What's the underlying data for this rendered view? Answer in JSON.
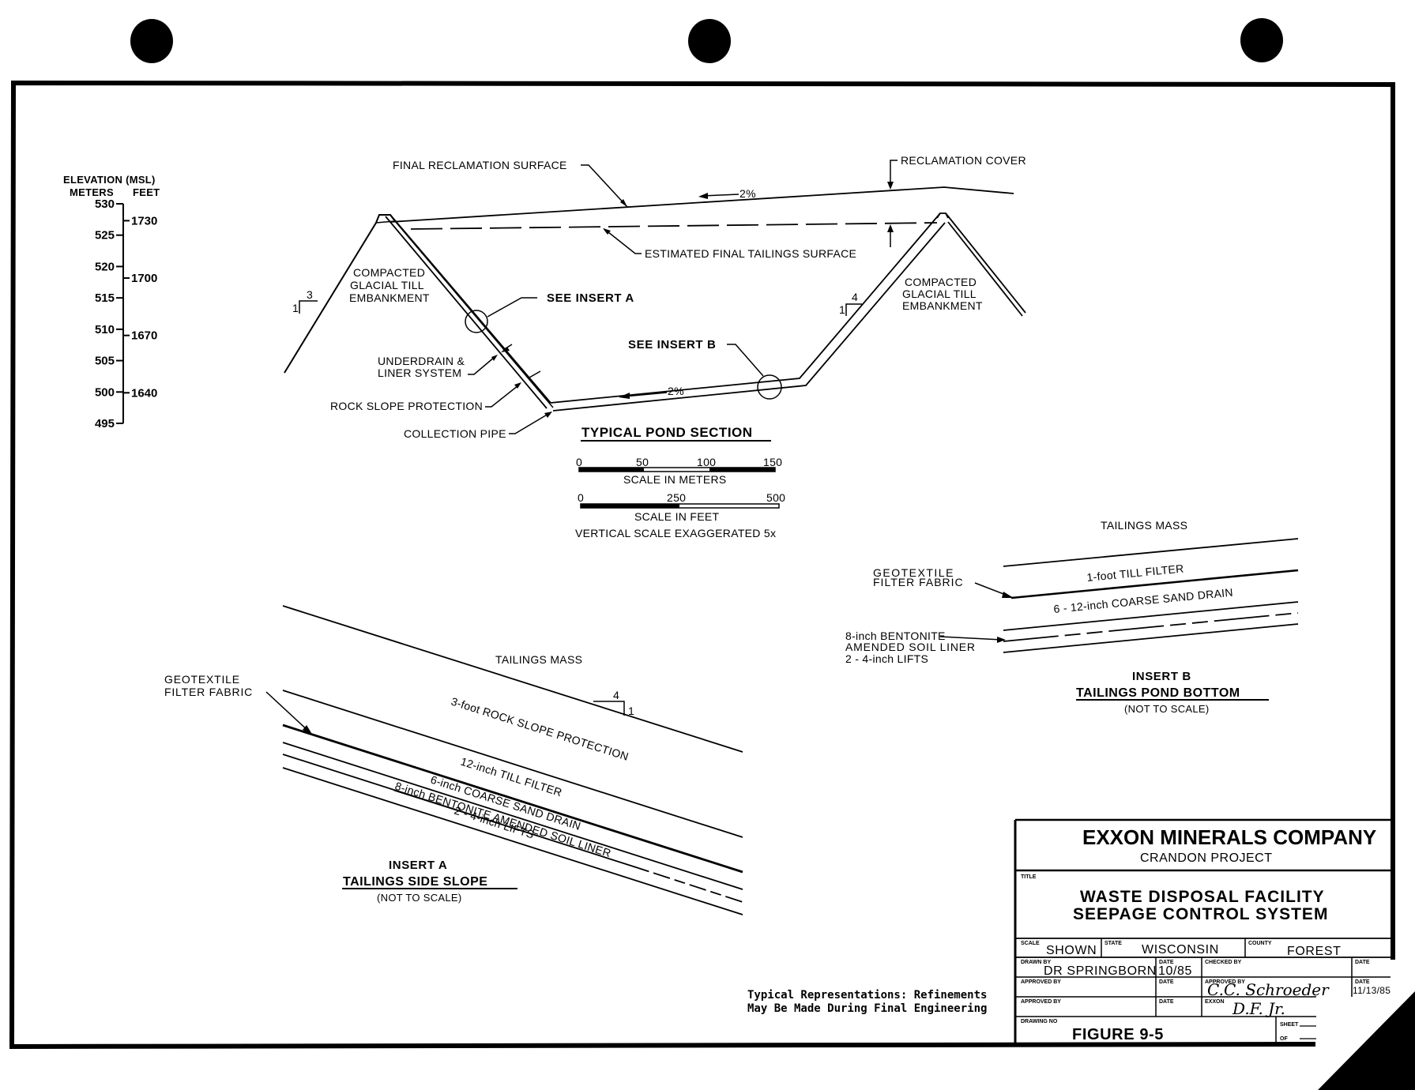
{
  "sheet": {
    "punch_holes": 3,
    "colors": {
      "ink": "#000000",
      "paper": "#ffffff"
    }
  },
  "elevation_scale": {
    "title": "ELEVATION (MSL)",
    "meters_label": "METERS",
    "feet_label": "FEET",
    "meters_ticks": [
      "530",
      "525",
      "520",
      "515",
      "510",
      "505",
      "500",
      "495"
    ],
    "feet_ticks": [
      "1730",
      "1700",
      "1670",
      "1640"
    ]
  },
  "pond_section": {
    "labels": {
      "final_reclamation_surface": "FINAL RECLAMATION SURFACE",
      "reclamation_cover": "RECLAMATION COVER",
      "estimated_final_tailings_surface": "ESTIMATED FINAL TAILINGS SURFACE",
      "slope_top": "2%",
      "slope_bottom": "2%",
      "left_embankment": [
        "COMPACTED",
        "GLACIAL TILL",
        "EMBANKMENT"
      ],
      "right_embankment": [
        "COMPACTED",
        "GLACIAL TILL",
        "EMBANKMENT"
      ],
      "see_insert_a": "SEE INSERT A",
      "see_insert_b": "SEE INSERT B",
      "underdrain": [
        "UNDERDRAIN &",
        "LINER SYSTEM"
      ],
      "rock_slope_protection": "ROCK SLOPE PROTECTION",
      "collection_pipe": "COLLECTION PIPE",
      "left_slope_ratio": {
        "run": "3",
        "rise": "1"
      },
      "right_slope_ratio": {
        "run": "4",
        "rise": "1"
      }
    },
    "title": "TYPICAL POND SECTION",
    "scale_meters": {
      "ticks": [
        "0",
        "50",
        "100",
        "150"
      ],
      "label": "SCALE IN METERS"
    },
    "scale_feet": {
      "ticks": [
        "0",
        "250",
        "500"
      ],
      "label": "SCALE IN FEET"
    },
    "vertical_note": "VERTICAL SCALE EXAGGERATED 5x"
  },
  "insert_a": {
    "tailings_mass": "TAILINGS MASS",
    "geotextile": [
      "GEOTEXTILE",
      "FILTER FABRIC"
    ],
    "layers": [
      "3-foot ROCK SLOPE PROTECTION",
      "12-inch TILL FILTER",
      "6-inch COARSE SAND DRAIN",
      "8-inch BENTONITE AMENDED SOIL LINER",
      "2 - 4-inch LIFTS"
    ],
    "slope_ratio": {
      "run": "4",
      "rise": "1"
    },
    "title": "INSERT A",
    "subtitle": "TAILINGS SIDE SLOPE",
    "note": "(NOT TO SCALE)"
  },
  "insert_b": {
    "tailings_mass": "TAILINGS MASS",
    "geotextile": [
      "GEOTEXTILE",
      "FILTER FABRIC"
    ],
    "layers": [
      "1-foot TILL FILTER",
      "6 - 12-inch COARSE SAND DRAIN"
    ],
    "liner": [
      "8-inch BENTONITE",
      "AMENDED SOIL LINER",
      "2 - 4-inch LIFTS"
    ],
    "title": "INSERT B",
    "subtitle": "TAILINGS POND BOTTOM",
    "note": "(NOT TO SCALE)"
  },
  "footnote": [
    "Typical Representations:  Refinements",
    "May Be Made During Final Engineering"
  ],
  "title_block": {
    "company": "EXXON MINERALS COMPANY",
    "project": "CRANDON PROJECT",
    "title_label": "TITLE",
    "title_lines": [
      "WASTE DISPOSAL FACILITY",
      "SEEPAGE CONTROL SYSTEM"
    ],
    "scale_label": "SCALE",
    "scale_value": "SHOWN",
    "state_label": "STATE",
    "state_value": "WISCONSIN",
    "county_label": "COUNTY",
    "county_value": "FOREST",
    "drawn_by_label": "DRAWN BY",
    "drawn_by_value": "DR SPRINGBORN",
    "date_label": "DATE",
    "drawn_date": "10/85",
    "checked_by_label": "CHECKED BY",
    "approved_by_label": "APPROVED BY",
    "approved_by_sig": "C.C. Schroeder",
    "approved_date": "11/13/85",
    "exxon_label": "EXXON",
    "exxon_sig": "D.F. Jr.",
    "drawing_no_label": "DRAWING NO",
    "drawing_no": "FIGURE 9-5",
    "sheet_label": "SHEET",
    "of_label": "OF"
  }
}
